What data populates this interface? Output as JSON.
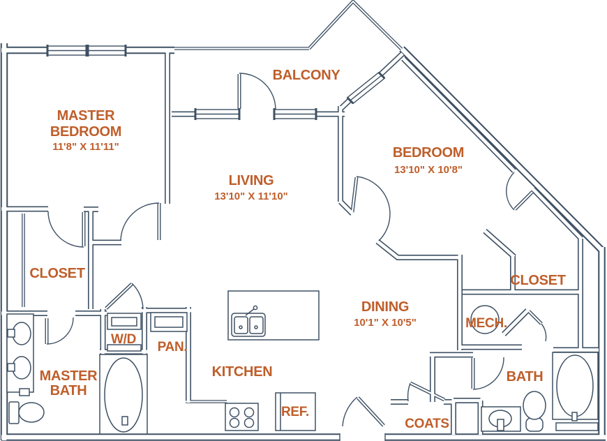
{
  "palette": {
    "wall_color": "#3e5063",
    "label_color": "#bf5e2a",
    "background": "#ffffff"
  },
  "rooms": {
    "master_bedroom": {
      "line1": "MASTER",
      "line2": "BEDROOM",
      "dims": "11'8\" X 11'11\""
    },
    "balcony": {
      "name": "BALCONY"
    },
    "living": {
      "name": "LIVING",
      "dims": "13'10\" X 11'10\""
    },
    "bedroom": {
      "name": "BEDROOM",
      "dims": "13'10\" X 10'8\""
    },
    "dining": {
      "name": "DINING",
      "dims": "10'1\" X 10'5\""
    },
    "closet_left": {
      "name": "CLOSET"
    },
    "closet_right": {
      "name": "CLOSET"
    },
    "master_bath": {
      "line1": "MASTER",
      "line2": "BATH"
    },
    "washer_dryer": {
      "name": "W/D"
    },
    "pantry": {
      "name": "PAN."
    },
    "kitchen": {
      "name": "KITCHEN"
    },
    "refrigerator": {
      "name": "REF."
    },
    "mechanical": {
      "name": "MECH."
    },
    "bath": {
      "name": "BATH"
    },
    "coats": {
      "name": "COATS"
    }
  }
}
